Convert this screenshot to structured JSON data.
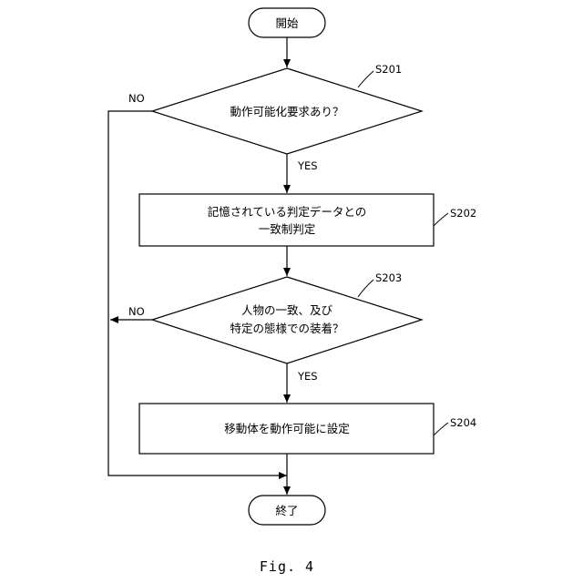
{
  "flowchart": {
    "start_label": "開始",
    "end_label": "終了",
    "steps": {
      "s201": {
        "id": "S201",
        "text": "動作可能化要求あり？"
      },
      "s202": {
        "id": "S202",
        "lines": [
          "記憶されている判定データとの",
          "一致制判定"
        ]
      },
      "s203": {
        "id": "S203",
        "lines": [
          "人物の一致、及び",
          "特定の態様での装着？"
        ]
      },
      "s204": {
        "id": "S204",
        "text": "移動体を動作可能に設定"
      }
    },
    "branches": {
      "s201_yes": "YES",
      "s201_no": "NO",
      "s203_yes": "YES",
      "s203_no": "NO"
    }
  },
  "caption": "Fig. 4"
}
